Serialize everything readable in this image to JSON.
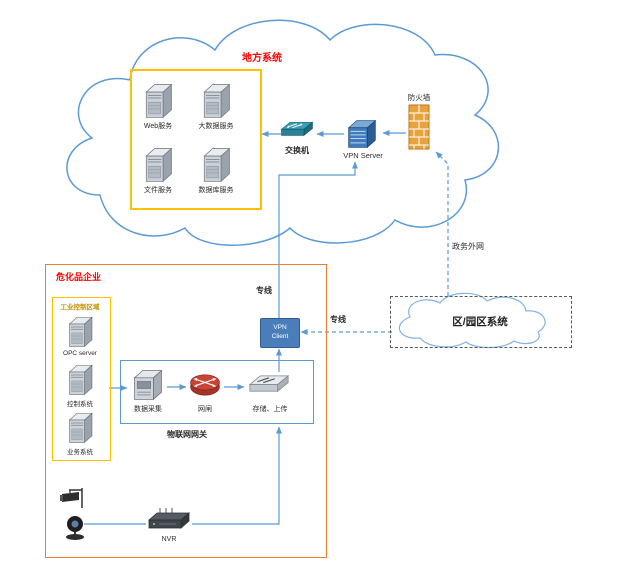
{
  "local_system": {
    "title": "地方系统",
    "servers": [
      "Web服务",
      "大数据服务",
      "文件服务",
      "数据库服务"
    ],
    "switch_label": "交换机",
    "vpn_server_label": "VPN Server",
    "firewall_label": "防火墙"
  },
  "external_network": {
    "gov_extranet_label": "政务外网",
    "district_system_label": "区/园区系统"
  },
  "links": {
    "dedicated_line_vertical": "专线",
    "dedicated_line_horizontal": "专线"
  },
  "enterprise": {
    "title": "危化品企业",
    "industrial_control_zone": {
      "title": "工业控制区域",
      "systems": [
        "OPC server",
        "控制系统",
        "业务系统"
      ]
    },
    "iot_gateway": {
      "label": "物联网网关",
      "nodes": [
        "数据采集",
        "网闸",
        "存储、上传"
      ]
    },
    "vpn_client": {
      "line1": "VPN",
      "line2": "Client"
    },
    "nvr_label": "NVR"
  },
  "colors": {
    "cloud_stroke": "#5b9bd5",
    "connector_blue": "#5b9bd5",
    "accent_red": "#ff0000",
    "yellow_box": "#ffc000",
    "orange_box": "#ed7d31",
    "gateway_blue": "#5b9bd5",
    "vpn_client_fill": "#4a7ebb",
    "firewall_orange": "#e8a33d"
  }
}
